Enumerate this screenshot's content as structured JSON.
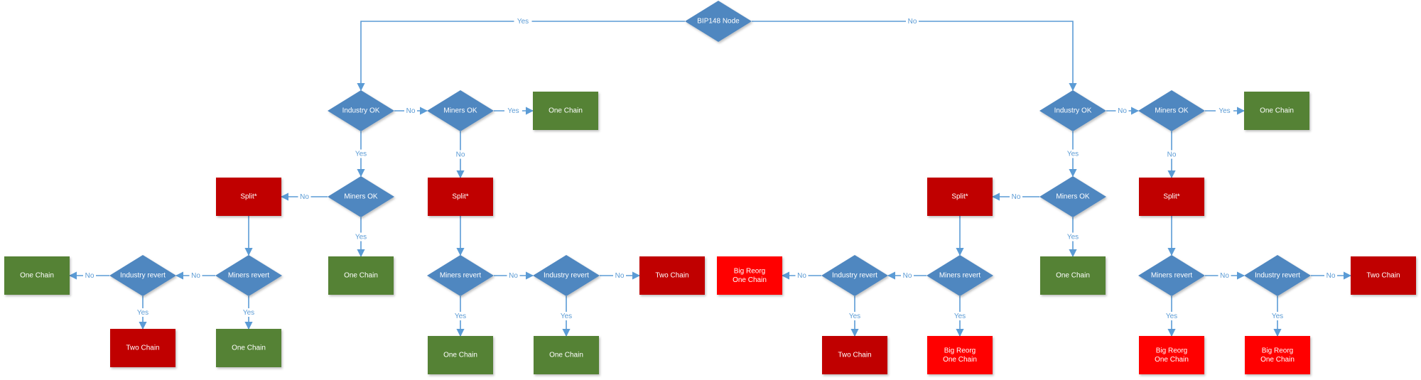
{
  "colors": {
    "decision": "#4f87c0",
    "one_chain": "#548235",
    "two_chain": "#c00000",
    "big_reorg": "#ff0000",
    "edge": "#5b9bd5"
  },
  "nodes": [
    {
      "id": "root",
      "shape": "diamond",
      "kind": "decision",
      "lines": [
        "BIP148 Node"
      ]
    },
    {
      "id": "L_ind",
      "shape": "diamond",
      "kind": "decision",
      "lines": [
        "Industry OK"
      ]
    },
    {
      "id": "L_min1",
      "shape": "diamond",
      "kind": "decision",
      "lines": [
        "Miners OK"
      ]
    },
    {
      "id": "L_one1",
      "shape": "rect",
      "kind": "one_chain",
      "lines": [
        "One Chain"
      ]
    },
    {
      "id": "L_min2",
      "shape": "diamond",
      "kind": "decision",
      "lines": [
        "Miners OK"
      ]
    },
    {
      "id": "L_split1",
      "shape": "rect",
      "kind": "two_chain",
      "lines": [
        "Split*"
      ]
    },
    {
      "id": "L_one2",
      "shape": "rect",
      "kind": "one_chain",
      "lines": [
        "One Chain"
      ]
    },
    {
      "id": "L_mrev1",
      "shape": "diamond",
      "kind": "decision",
      "lines": [
        "Miners revert"
      ]
    },
    {
      "id": "L_irev1",
      "shape": "diamond",
      "kind": "decision",
      "lines": [
        "Industry revert"
      ]
    },
    {
      "id": "L_one3",
      "shape": "rect",
      "kind": "one_chain",
      "lines": [
        "One Chain"
      ]
    },
    {
      "id": "L_two1",
      "shape": "rect",
      "kind": "two_chain",
      "lines": [
        "Two Chain"
      ]
    },
    {
      "id": "L_one4",
      "shape": "rect",
      "kind": "one_chain",
      "lines": [
        "One Chain"
      ]
    },
    {
      "id": "L_split2",
      "shape": "rect",
      "kind": "two_chain",
      "lines": [
        "Split*"
      ]
    },
    {
      "id": "L_mrev2",
      "shape": "diamond",
      "kind": "decision",
      "lines": [
        "Miners revert"
      ]
    },
    {
      "id": "L_irev2",
      "shape": "diamond",
      "kind": "decision",
      "lines": [
        "Industry revert"
      ]
    },
    {
      "id": "L_two2",
      "shape": "rect",
      "kind": "two_chain",
      "lines": [
        "Two Chain"
      ]
    },
    {
      "id": "L_one5",
      "shape": "rect",
      "kind": "one_chain",
      "lines": [
        "One Chain"
      ]
    },
    {
      "id": "L_one6",
      "shape": "rect",
      "kind": "one_chain",
      "lines": [
        "One Chain"
      ]
    },
    {
      "id": "R_ind",
      "shape": "diamond",
      "kind": "decision",
      "lines": [
        "Industry OK"
      ]
    },
    {
      "id": "R_min1",
      "shape": "diamond",
      "kind": "decision",
      "lines": [
        "Miners OK"
      ]
    },
    {
      "id": "R_one1",
      "shape": "rect",
      "kind": "one_chain",
      "lines": [
        "One Chain"
      ]
    },
    {
      "id": "R_min2",
      "shape": "diamond",
      "kind": "decision",
      "lines": [
        "Miners OK"
      ]
    },
    {
      "id": "R_split1",
      "shape": "rect",
      "kind": "two_chain",
      "lines": [
        "Split*"
      ]
    },
    {
      "id": "R_one2",
      "shape": "rect",
      "kind": "one_chain",
      "lines": [
        "One Chain"
      ]
    },
    {
      "id": "R_mrev1",
      "shape": "diamond",
      "kind": "decision",
      "lines": [
        "Miners revert"
      ]
    },
    {
      "id": "R_irev1",
      "shape": "diamond",
      "kind": "decision",
      "lines": [
        "Industry revert"
      ]
    },
    {
      "id": "R_big1",
      "shape": "rect",
      "kind": "big_reorg",
      "lines": [
        "Big Reorg",
        "One Chain"
      ]
    },
    {
      "id": "R_two1",
      "shape": "rect",
      "kind": "two_chain",
      "lines": [
        "Two Chain"
      ]
    },
    {
      "id": "R_big2",
      "shape": "rect",
      "kind": "big_reorg",
      "lines": [
        "Big Reorg",
        "One Chain"
      ]
    },
    {
      "id": "R_split2",
      "shape": "rect",
      "kind": "two_chain",
      "lines": [
        "Split*"
      ]
    },
    {
      "id": "R_mrev2",
      "shape": "diamond",
      "kind": "decision",
      "lines": [
        "Miners revert"
      ]
    },
    {
      "id": "R_irev2",
      "shape": "diamond",
      "kind": "decision",
      "lines": [
        "Industry revert"
      ]
    },
    {
      "id": "R_two2",
      "shape": "rect",
      "kind": "two_chain",
      "lines": [
        "Two Chain"
      ]
    },
    {
      "id": "R_big3",
      "shape": "rect",
      "kind": "big_reorg",
      "lines": [
        "Big Reorg",
        "One Chain"
      ]
    },
    {
      "id": "R_big4",
      "shape": "rect",
      "kind": "big_reorg",
      "lines": [
        "Big Reorg",
        "One Chain"
      ]
    }
  ],
  "edges": [
    {
      "from": "root",
      "to": "L_ind",
      "label": "Yes"
    },
    {
      "from": "root",
      "to": "R_ind",
      "label": "No"
    },
    {
      "from": "L_ind",
      "to": "L_min1",
      "label": "No"
    },
    {
      "from": "L_min1",
      "to": "L_one1",
      "label": "Yes"
    },
    {
      "from": "L_ind",
      "to": "L_min2",
      "label": "Yes"
    },
    {
      "from": "L_min2",
      "to": "L_split1",
      "label": "No"
    },
    {
      "from": "L_min2",
      "to": "L_one2",
      "label": "Yes"
    },
    {
      "from": "L_split1",
      "to": "L_mrev1",
      "label": ""
    },
    {
      "from": "L_mrev1",
      "to": "L_irev1",
      "label": "No"
    },
    {
      "from": "L_irev1",
      "to": "L_one3",
      "label": "No"
    },
    {
      "from": "L_irev1",
      "to": "L_two1",
      "label": "Yes"
    },
    {
      "from": "L_mrev1",
      "to": "L_one4",
      "label": "Yes"
    },
    {
      "from": "L_min1",
      "to": "L_split2",
      "label": "No"
    },
    {
      "from": "L_split2",
      "to": "L_mrev2",
      "label": ""
    },
    {
      "from": "L_mrev2",
      "to": "L_irev2",
      "label": "No"
    },
    {
      "from": "L_irev2",
      "to": "L_two2",
      "label": "No"
    },
    {
      "from": "L_mrev2",
      "to": "L_one5",
      "label": "Yes"
    },
    {
      "from": "L_irev2",
      "to": "L_one6",
      "label": "Yes"
    },
    {
      "from": "R_ind",
      "to": "R_min1",
      "label": "No"
    },
    {
      "from": "R_min1",
      "to": "R_one1",
      "label": "Yes"
    },
    {
      "from": "R_ind",
      "to": "R_min2",
      "label": "Yes"
    },
    {
      "from": "R_min2",
      "to": "R_split1",
      "label": "No"
    },
    {
      "from": "R_min2",
      "to": "R_one2",
      "label": "Yes"
    },
    {
      "from": "R_split1",
      "to": "R_mrev1",
      "label": ""
    },
    {
      "from": "R_mrev1",
      "to": "R_irev1",
      "label": "No"
    },
    {
      "from": "R_irev1",
      "to": "R_big1",
      "label": "No"
    },
    {
      "from": "R_irev1",
      "to": "R_two1",
      "label": "Yes"
    },
    {
      "from": "R_mrev1",
      "to": "R_big2",
      "label": "Yes"
    },
    {
      "from": "R_min1",
      "to": "R_split2",
      "label": "No"
    },
    {
      "from": "R_split2",
      "to": "R_mrev2",
      "label": ""
    },
    {
      "from": "R_mrev2",
      "to": "R_irev2",
      "label": "No"
    },
    {
      "from": "R_irev2",
      "to": "R_two2",
      "label": "No"
    },
    {
      "from": "R_mrev2",
      "to": "R_big3",
      "label": "Yes"
    },
    {
      "from": "R_irev2",
      "to": "R_big4",
      "label": "Yes"
    }
  ]
}
